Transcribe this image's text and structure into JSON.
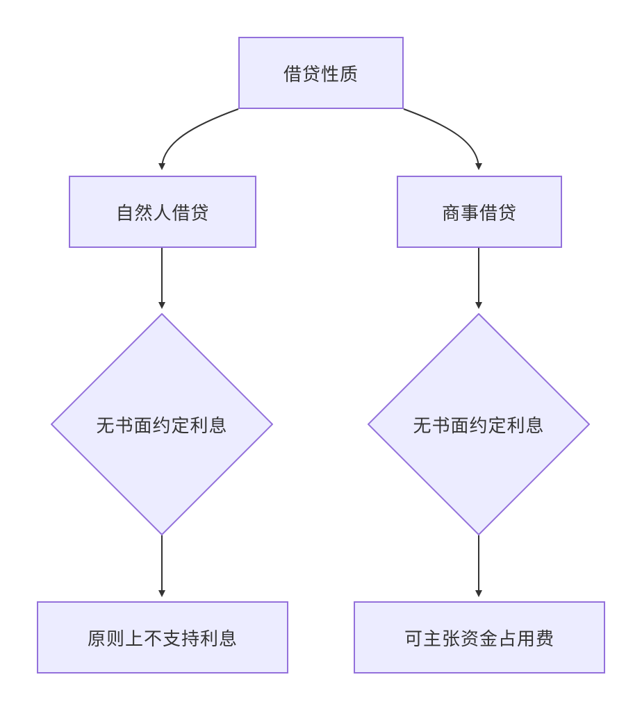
{
  "theme": {
    "node_fill": "#ECECFF",
    "node_stroke": "#9370DB",
    "edge_color": "#333333",
    "text_color": "#333333"
  },
  "nodes": {
    "root": "借贷性质",
    "natural": "自然人借贷",
    "commercial": "商事借贷",
    "natural_decision": "无书面约定利息",
    "commercial_decision": "无书面约定利息",
    "natural_result": "原则上不支持利息",
    "commercial_result": "可主张资金占用费"
  }
}
